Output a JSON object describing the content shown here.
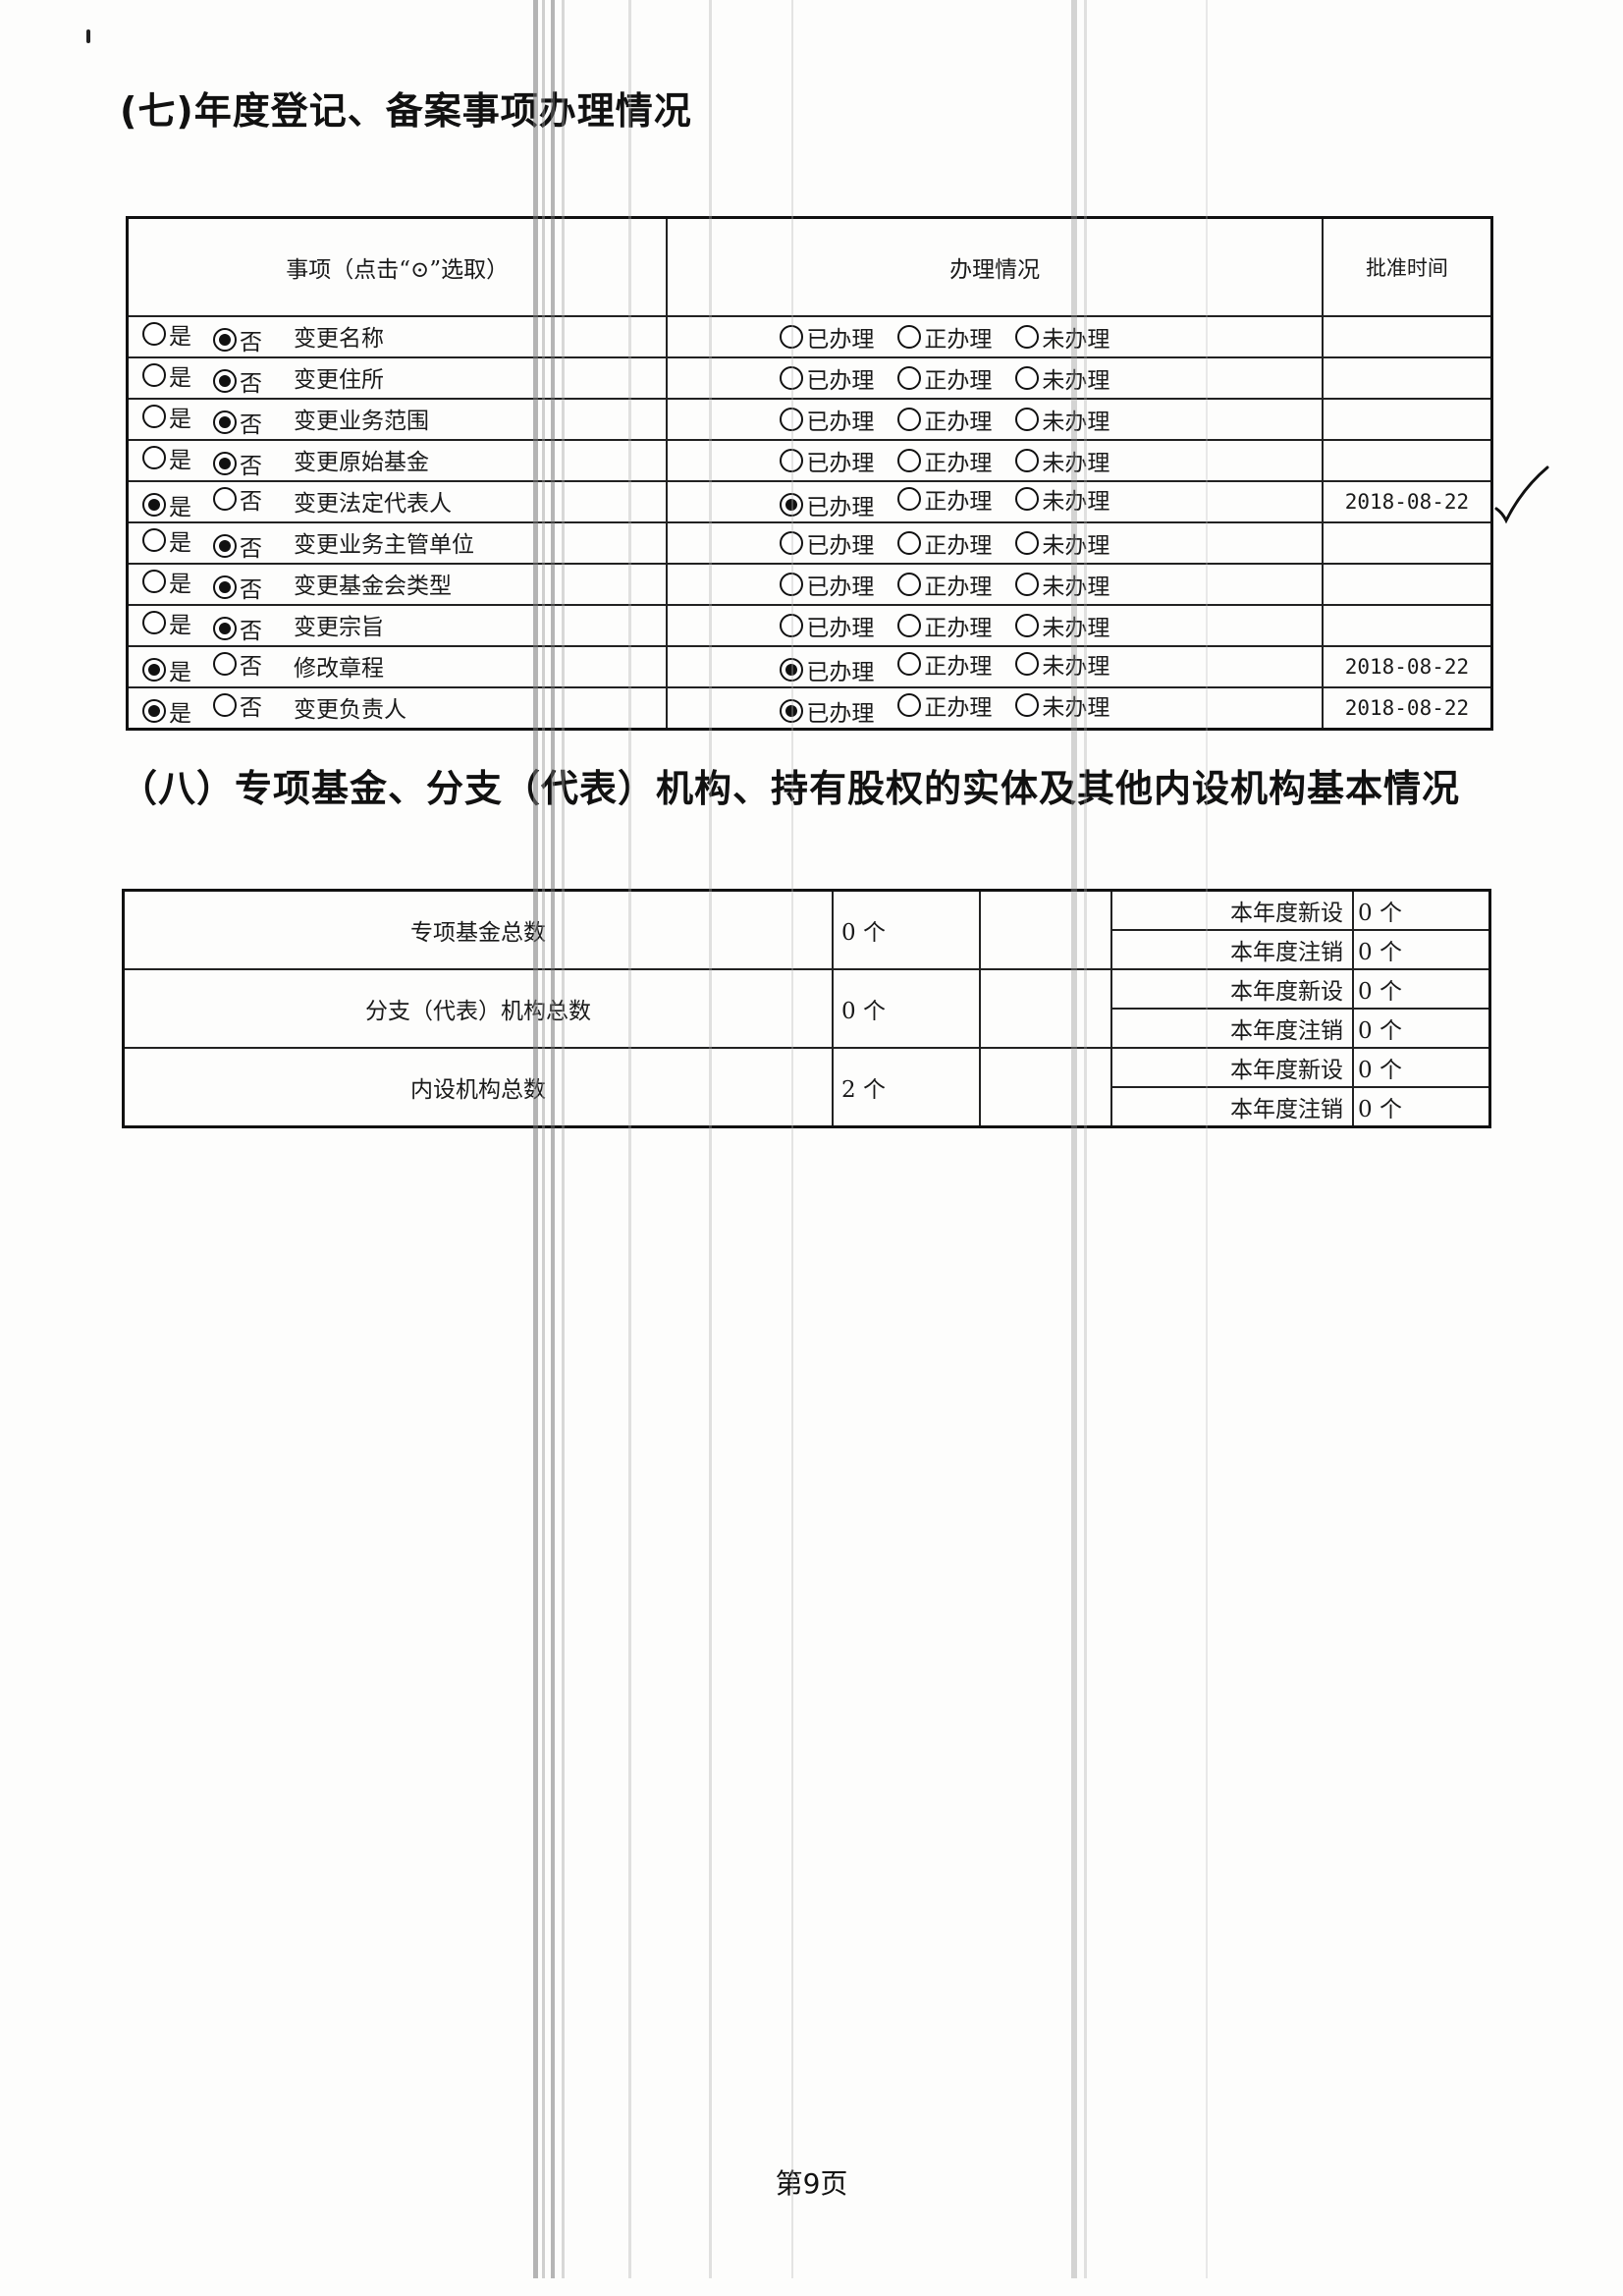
{
  "section7": {
    "title": "(七)年度登记、备案事项办理情况",
    "headers": {
      "item": "事项（点击“⊙”选取）",
      "status": "办理情况",
      "time": "批准时间"
    },
    "yes_label": "是",
    "no_label": "否",
    "status_labels": [
      "已办理",
      "正办理",
      "未办理"
    ],
    "rows": [
      {
        "name": "变更名称",
        "changed": false,
        "status": "",
        "time": ""
      },
      {
        "name": "变更住所",
        "changed": false,
        "status": "",
        "time": ""
      },
      {
        "name": "变更业务范围",
        "changed": false,
        "status": "",
        "time": ""
      },
      {
        "name": "变更原始基金",
        "changed": false,
        "status": "",
        "time": ""
      },
      {
        "name": "变更法定代表人",
        "changed": true,
        "status": "已办理",
        "time": "2018-08-22"
      },
      {
        "name": "变更业务主管单位",
        "changed": false,
        "status": "",
        "time": ""
      },
      {
        "name": "变更基金会类型",
        "changed": false,
        "status": "",
        "time": ""
      },
      {
        "name": "变更宗旨",
        "changed": false,
        "status": "",
        "time": ""
      },
      {
        "name": "修改章程",
        "changed": true,
        "status": "已办理",
        "time": "2018-08-22"
      },
      {
        "name": "变更负责人",
        "changed": true,
        "status": "已办理",
        "time": "2018-08-22"
      }
    ]
  },
  "section8": {
    "title": "（八）专项基金、分支（代表）机构、持有股权的实体及其他内设机构基本情况",
    "rows": [
      {
        "label": "专项基金总数",
        "value": "0 个",
        "sub": [
          {
            "label": "本年度新设",
            "value": "0 个"
          },
          {
            "label": "本年度注销",
            "value": "0 个"
          }
        ]
      },
      {
        "label": "分支（代表）机构总数",
        "value": "0 个",
        "sub": [
          {
            "label": "本年度新设",
            "value": "0 个"
          },
          {
            "label": "本年度注销",
            "value": "0 个"
          }
        ]
      },
      {
        "label": "内设机构总数",
        "value": "2 个",
        "sub": [
          {
            "label": "本年度新设",
            "value": "0 个"
          },
          {
            "label": "本年度注销",
            "value": "0 个"
          }
        ]
      }
    ]
  },
  "footer": {
    "page": "第9页"
  }
}
